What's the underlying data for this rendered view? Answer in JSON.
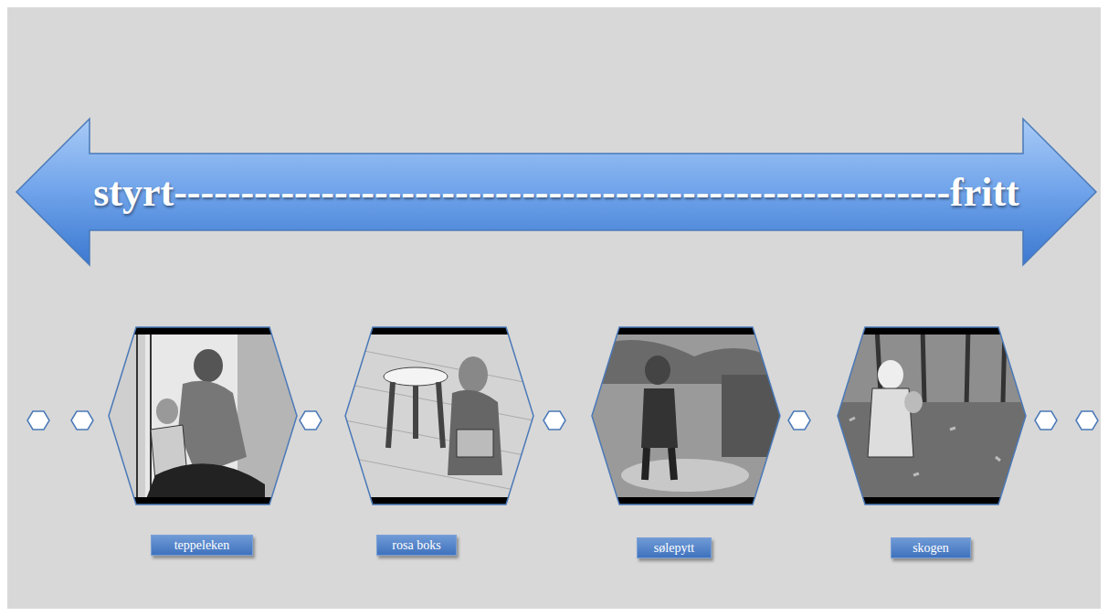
{
  "diagram": {
    "nodes": [
      {
        "text": [
          "styrt----------------------------------------------------------fritt"
        ]
      },
      {
        "text": [
          "teppeleken"
        ]
      },
      {
        "text": [
          "rosa boks"
        ]
      },
      {
        "text": [
          "sølepytt"
        ]
      },
      {
        "text": [
          "skogen"
        ]
      }
    ]
  }
}
